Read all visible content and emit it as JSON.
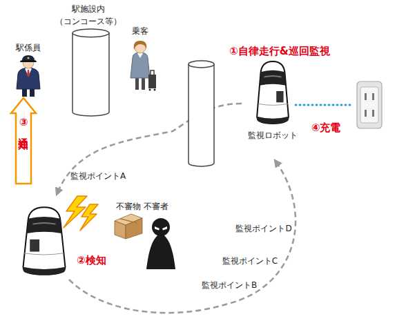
{
  "diagram": {
    "nodes": [
      {
        "text": [
          "駅施設内 （コンコース等）"
        ]
      },
      {
        "text": [
          "駅係員"
        ]
      },
      {
        "text": [
          "乗客"
        ]
      },
      {
        "text": [
          "監視ロボット"
        ]
      },
      {
        "text": [
          "②検知"
        ]
      },
      {
        "text": [
          "不審物"
        ]
      },
      {
        "text": [
          "不審者"
        ]
      }
    ],
    "edges": [
      {
        "from": 4,
        "to": 1,
        "arrow": "to",
        "label": "③通知"
      }
    ],
    "labels": [
      "①自律走行&巡回監視",
      "④充電",
      "監視ポイントA",
      "監視ポイントB",
      "監視ポイントC",
      "監視ポイントD"
    ]
  }
}
